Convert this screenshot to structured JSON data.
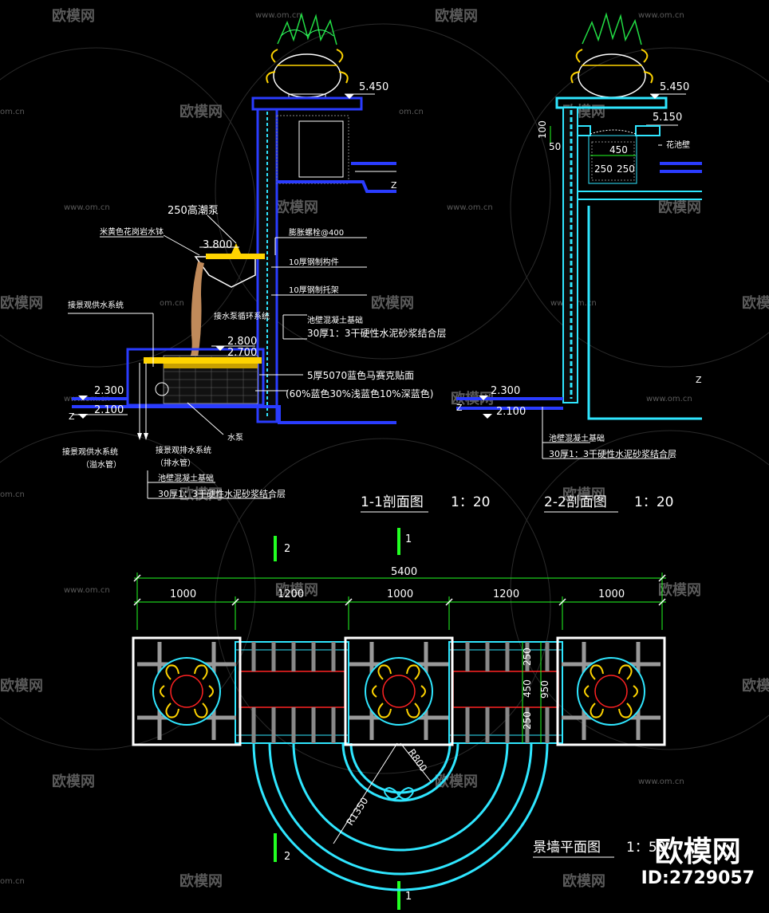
{
  "watermarks": {
    "brand": "欧模网",
    "url": "www.om.cn",
    "url_short": "om.cn"
  },
  "section1": {
    "title": "1-1剖面图",
    "scale": "1：20",
    "elev_top": "5.450",
    "elev_spout": "3.800",
    "elev_pool_rim": "2.800",
    "elev_water": "2.700",
    "elev_ground": "2.300",
    "elev_base": "2.100",
    "labels": {
      "pump": "250高潮泵",
      "stone_spout": "米黄色花岗岩水钵",
      "bolt": "膨胀螺栓@400",
      "steel1": "10厚钢制构件",
      "steel2": "10厚钢制托架",
      "circ": "接水泵循环系统",
      "supply": "接景观供水系统",
      "concrete": "池壁混凝土基础",
      "mortar": "30厚1：3干硬性水泥砂浆结合层",
      "mosaic": "5厚5070蓝色马赛克贴面",
      "mosaic_mix": "(60%蓝色30%浅蓝色10%深蓝色)",
      "pump_box": "水泵",
      "drain": "接景观排水系统",
      "overflow": "（溢水管）",
      "drain_pipe": "（排水管）",
      "concrete2": "池壁混凝土基础",
      "mortar2": "30厚1：3干硬性水泥砂浆结合层"
    }
  },
  "section2": {
    "title": "2-2剖面图",
    "scale": "1：20",
    "elev_top": "5.450",
    "elev_planter": "5.150",
    "elev_ground": "2.300",
    "elev_base": "2.100",
    "dims": {
      "d100": "100",
      "d50": "50",
      "d450": "450",
      "d250a": "250",
      "d250b": "250"
    },
    "labels": {
      "planter_wall": "花池壁",
      "concrete": "池壁混凝土基础",
      "mortar": "30厚1：3干硬性水泥砂浆结合层"
    }
  },
  "plan": {
    "title": "景墙平面图",
    "scale": "1：50",
    "total": "5400",
    "segments": [
      "1000",
      "1200",
      "1000",
      "1200",
      "1000"
    ],
    "v_dims": {
      "top": "250",
      "mid": "450",
      "bot": "250",
      "total": "950"
    },
    "r_outer": "R1350",
    "r_inner": "R800",
    "cut_marks": {
      "a": "1",
      "b": "2"
    }
  },
  "id_badge": {
    "brand": "欧模网",
    "id": "ID:2729057"
  }
}
